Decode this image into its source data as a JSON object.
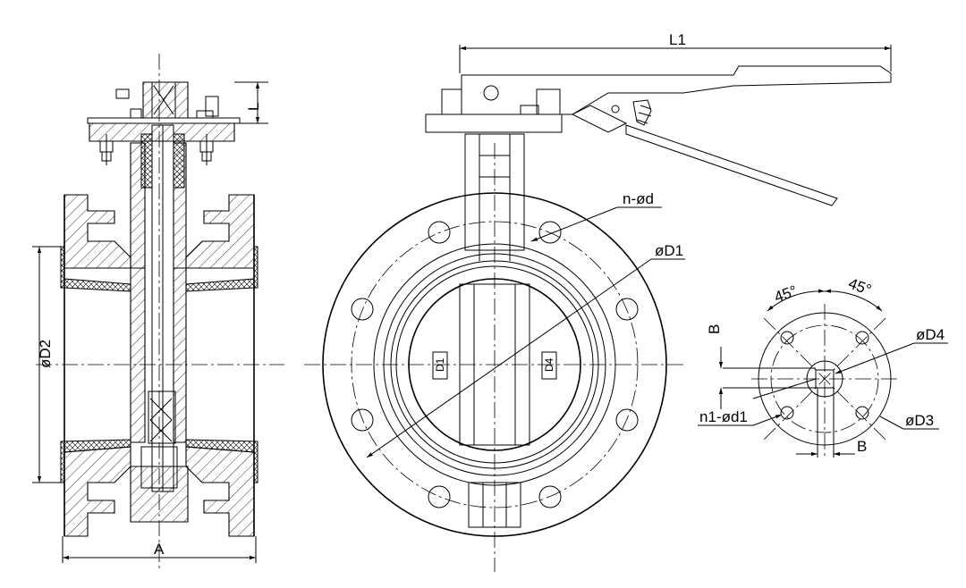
{
  "labels": {
    "L1": "L1",
    "L": "L",
    "A": "A",
    "D2": "øD2",
    "n_d": "n-ød",
    "D1": "øD1",
    "D4_disc": "D4",
    "D1_disc": "D1",
    "angle_left": "45°",
    "angle_right": "45°",
    "B_top": "B",
    "B_bottom": "B",
    "D4": "øD4",
    "D3": "øD3",
    "n1_d1": "n1-ød1"
  },
  "colors": {
    "line": "#000000",
    "background": "#ffffff"
  }
}
